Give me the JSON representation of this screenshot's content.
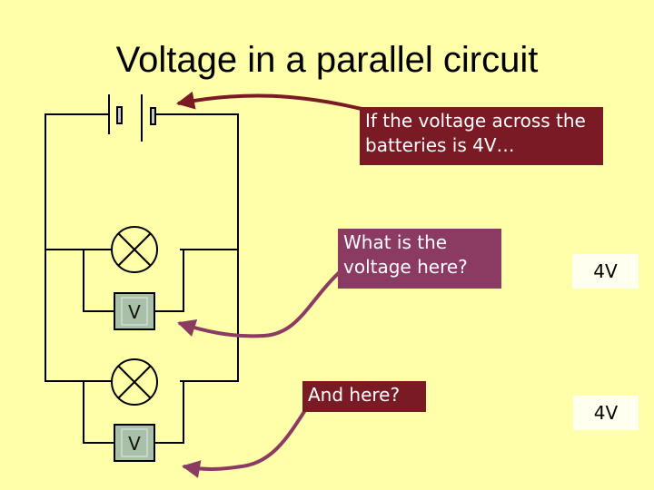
{
  "title": "Voltage in a parallel circuit",
  "callouts": {
    "batteries": "If the voltage across the batteries is 4V…",
    "bulb1": "What is the voltage here?",
    "bulb2": "And here?"
  },
  "answers": {
    "bulb1": "4V",
    "bulb2": "4V"
  },
  "voltmeters": {
    "meter1": "V",
    "meter2": "V"
  },
  "colors": {
    "background": "#ffffaa",
    "wire": "#000000",
    "voltmeter_fill": "#a8bfa8",
    "callout_dark_red": "#7a1a24",
    "callout_plum": "#8b3a62",
    "arrow_dark_red": "#7a1a24",
    "arrow_plum": "#8b3a62"
  }
}
